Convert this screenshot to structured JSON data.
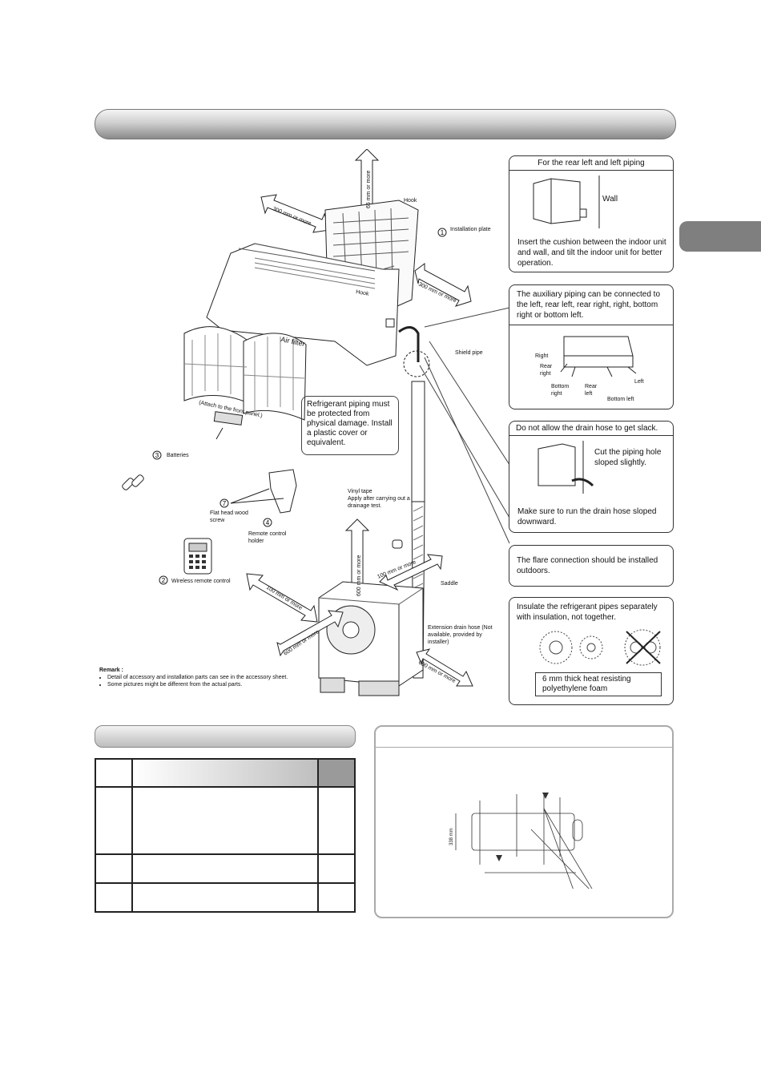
{
  "labels": {
    "dim_top": "65 mm or more",
    "dim_left": "300 mm or more",
    "dim_right": "300 mm or more",
    "hook_top": "Hook",
    "hook_bottom": "Hook",
    "installation_plate": "Installation plate",
    "air_filter": "Air filter",
    "attach_front_panel": "(Attach to the front panel.)",
    "batteries": "Batteries",
    "flat_head_screw": "Flat head wood screw",
    "remote_holder": "Remote control holder",
    "wireless_remote": "Wireless remote control",
    "shield_pipe": "Shield pipe",
    "vinyl_tape": "Vinyl tape\nApply after carrying out a drainage test.",
    "saddle": "Saddle",
    "extension_drain_hose": "Extension drain hose (Not available, provided by installer)",
    "dim_600_vertical": "600 mm or more",
    "dim_100_left": "100 mm or more",
    "dim_100_right": "100 mm or more",
    "dim_600_front": "600 mm or more",
    "dim_600_right": "600 mm or more",
    "n1": "1",
    "n2": "2",
    "n3": "3",
    "n4": "4",
    "n7": "7"
  },
  "refrigerant_note": "Refrigerant piping must be protected from physical damage. Install a plastic cover or equivalent.",
  "remark": {
    "title": "Remark :",
    "items": [
      "Detail of accessory and installation parts can see in the accessory sheet.",
      "Some pictures might be different from the actual parts."
    ]
  },
  "callouts": {
    "rear_left": {
      "header": "For the rear left and left piping",
      "wall": "Wall",
      "text": "Insert the cushion between the indoor unit and wall, and tilt the indoor unit for better operation."
    },
    "aux_piping": {
      "text": "The auxiliary piping can be connected to the left, rear left, rear right, right, bottom right or bottom left.",
      "right": "Right",
      "rear_right": "Rear right",
      "bottom_right": "Bottom right",
      "rear_left": "Rear left",
      "left": "Left",
      "bottom_left": "Bottom left"
    },
    "drain": {
      "header": "Do not allow the drain hose to get slack.",
      "cut": "Cut the piping hole sloped slightly.",
      "text": "Make sure to run the drain hose sloped downward."
    },
    "flare": {
      "text": "The flare connection should be installed outdoors."
    },
    "insulate": {
      "text": "Insulate the refrigerant pipes separately with insulation, not together.",
      "foam": "6 mm thick heat resisting polyethylene foam"
    }
  },
  "dimension_drawing": {
    "height": "338 mm"
  },
  "colors": {
    "accent_gray": "#7f7f7f"
  }
}
